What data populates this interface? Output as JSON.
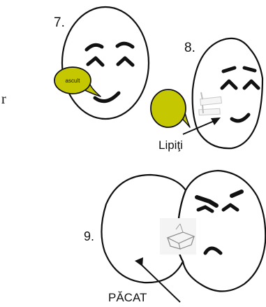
{
  "panels": [
    {
      "number": "7.",
      "bubble_text": "ascult"
    },
    {
      "number": "8.",
      "pointer_label": "Lipiţi"
    },
    {
      "number": "9.",
      "pointer_label": "PĂCAT"
    }
  ],
  "edge_fragment": "r",
  "colors": {
    "bubble_fill": "#c5c800",
    "line": "#111111"
  }
}
